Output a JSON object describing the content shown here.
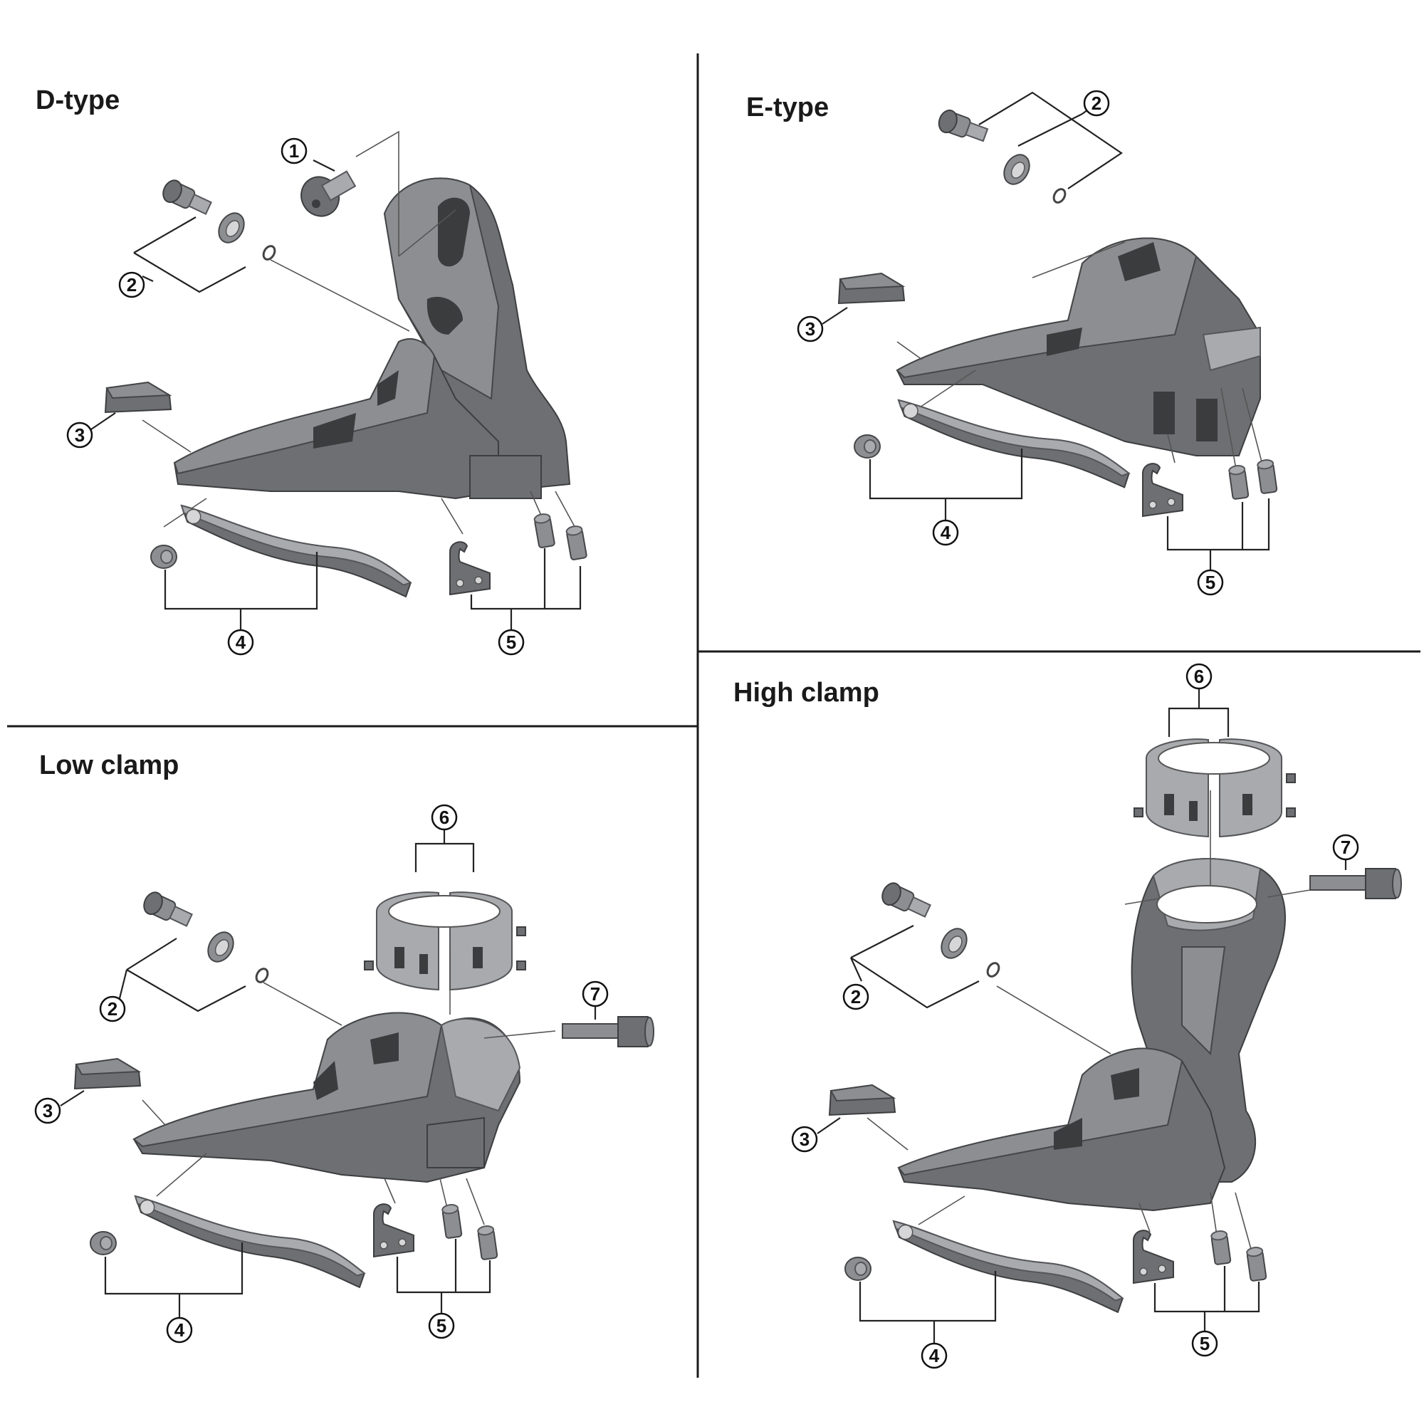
{
  "panels": [
    {
      "id": "d-type",
      "title": "D-type"
    },
    {
      "id": "e-type",
      "title": "E-type"
    },
    {
      "id": "low-clamp",
      "title": "Low clamp"
    },
    {
      "id": "high-clamp",
      "title": "High clamp"
    }
  ],
  "callouts": {
    "n1": "1",
    "n2": "2",
    "n3": "3",
    "n4": "4",
    "n5": "5",
    "n6": "6",
    "n7": "7"
  }
}
